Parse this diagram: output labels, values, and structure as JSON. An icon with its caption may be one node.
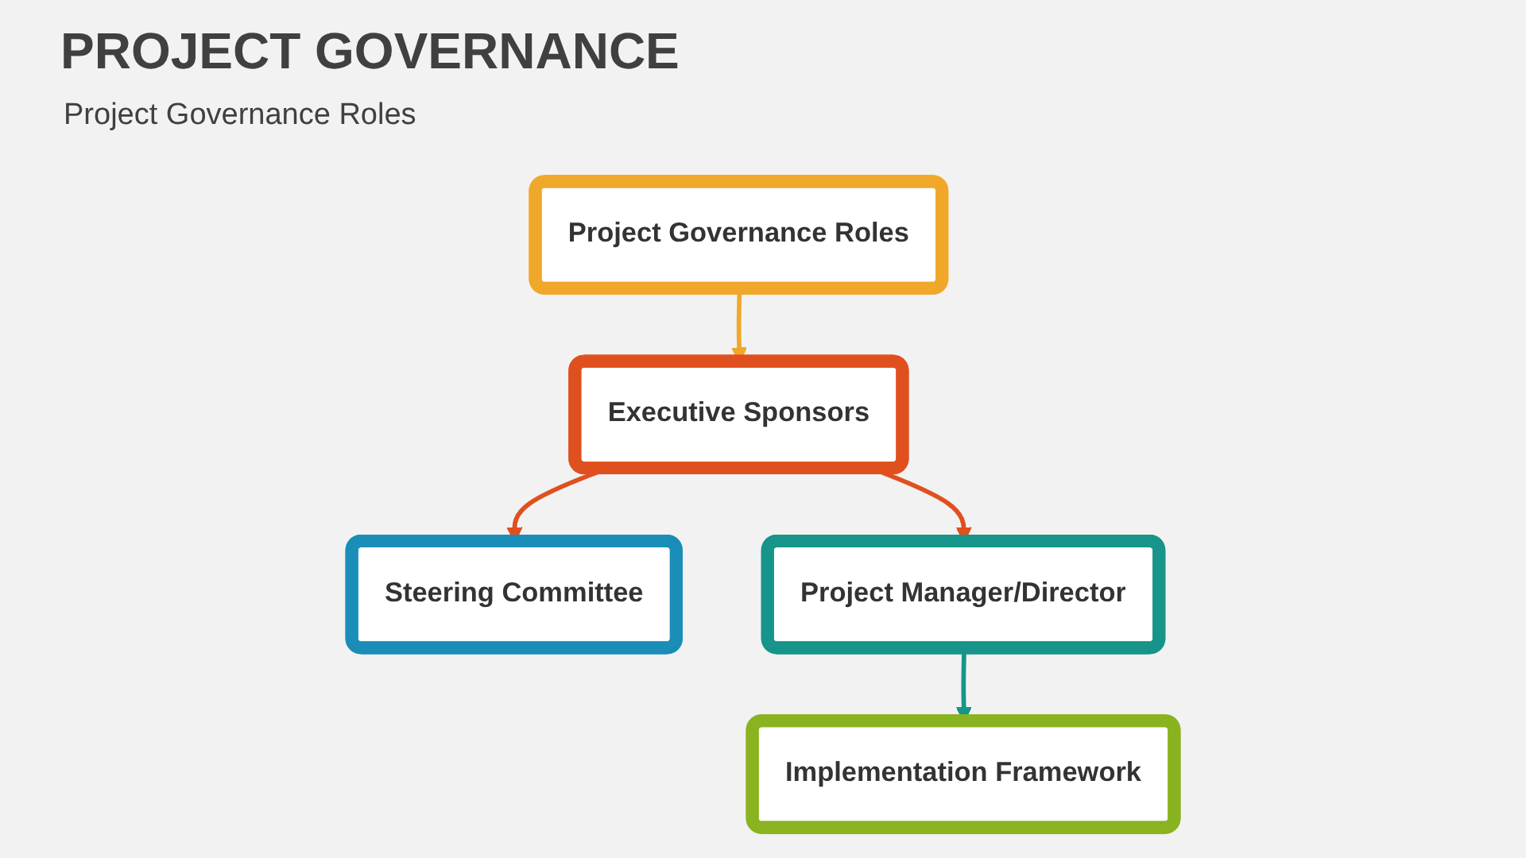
{
  "diagram": {
    "title": "PROJECT GOVERNANCE",
    "nodes": [
      {
        "text": [
          "Project Governance Roles"
        ]
      },
      {
        "text": [
          "Executive Sponsors"
        ]
      },
      {
        "text": [
          "Steering Committee"
        ]
      },
      {
        "text": [
          "Project Manager/Director"
        ]
      },
      {
        "text": [
          "Implementation Framework"
        ]
      }
    ],
    "edges": [
      {
        "from": 0,
        "to": 1,
        "arrow": "to",
        "color": "#f0a82a"
      },
      {
        "from": 1,
        "to": 2,
        "arrow": "to",
        "color": "#e0501f"
      },
      {
        "from": 1,
        "to": 3,
        "arrow": "to",
        "color": "#e0501f"
      },
      {
        "from": 3,
        "to": 4,
        "arrow": "to",
        "color": "#17958a"
      }
    ],
    "labels": [
      "Project Governance Roles"
    ]
  }
}
